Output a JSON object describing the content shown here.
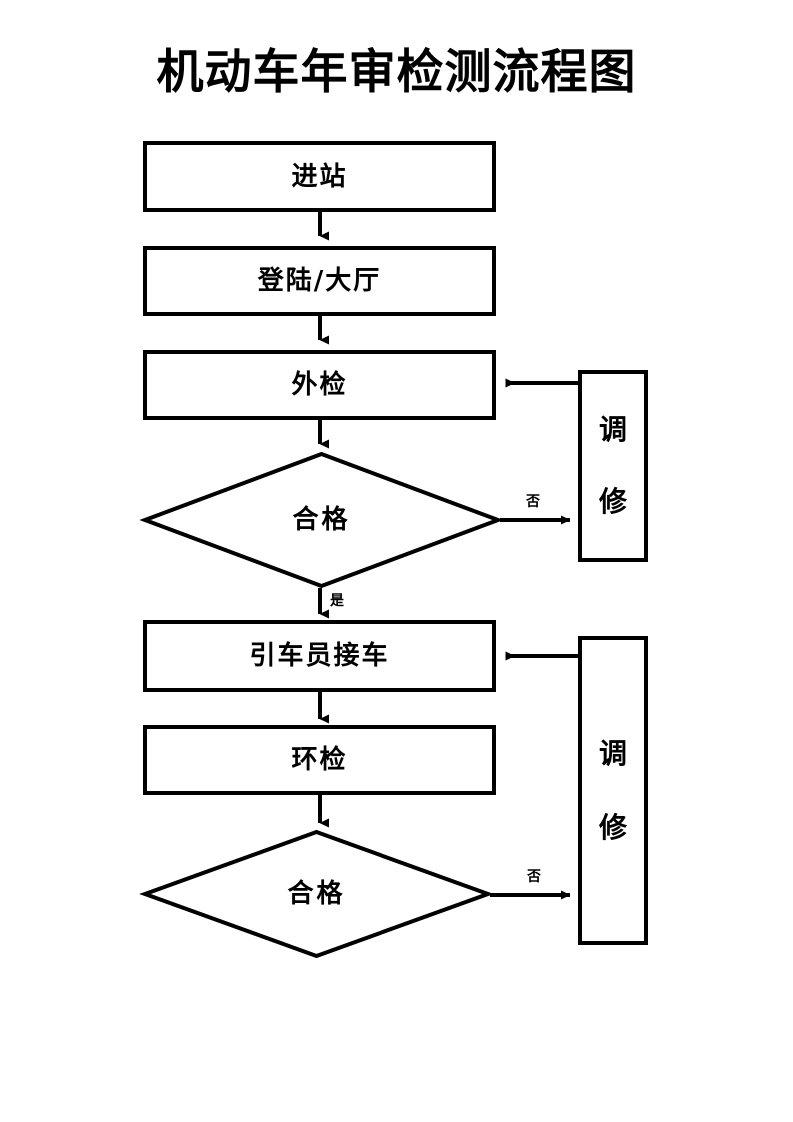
{
  "diagram": {
    "title": "机动车年审检测流程图",
    "type": "flowchart",
    "stroke_color": "#000000",
    "fill_color": "#ffffff",
    "nodes": [
      {
        "id": "n1",
        "shape": "process",
        "label": "进站"
      },
      {
        "id": "n2",
        "shape": "process",
        "label": "登陆/大厅"
      },
      {
        "id": "n3",
        "shape": "process",
        "label": "外检"
      },
      {
        "id": "n4",
        "shape": "decision",
        "label": "合格"
      },
      {
        "id": "n5",
        "shape": "process",
        "label": "引车员接车"
      },
      {
        "id": "n6",
        "shape": "process",
        "label": "环检"
      },
      {
        "id": "n7",
        "shape": "decision",
        "label": "合格"
      },
      {
        "id": "r1",
        "shape": "process-vertical",
        "label": "调修",
        "chars": [
          "调",
          "修"
        ]
      },
      {
        "id": "r2",
        "shape": "process-vertical",
        "label": "调修",
        "chars": [
          "调",
          "修"
        ]
      }
    ],
    "edges": [
      {
        "from": "n1",
        "to": "n2",
        "label": ""
      },
      {
        "from": "n2",
        "to": "n3",
        "label": ""
      },
      {
        "from": "n3",
        "to": "n4",
        "label": ""
      },
      {
        "from": "n4",
        "to": "r1",
        "label": "否"
      },
      {
        "from": "r1",
        "to": "n3",
        "label": ""
      },
      {
        "from": "n4",
        "to": "n5",
        "label": "是"
      },
      {
        "from": "n5",
        "to": "n6",
        "label": ""
      },
      {
        "from": "n6",
        "to": "n7",
        "label": ""
      },
      {
        "from": "n7",
        "to": "r2",
        "label": "否"
      },
      {
        "from": "r2",
        "to": "n5",
        "label": ""
      }
    ],
    "labels": {
      "yes": "是",
      "no_top": "否",
      "no_bottom": "否"
    }
  }
}
